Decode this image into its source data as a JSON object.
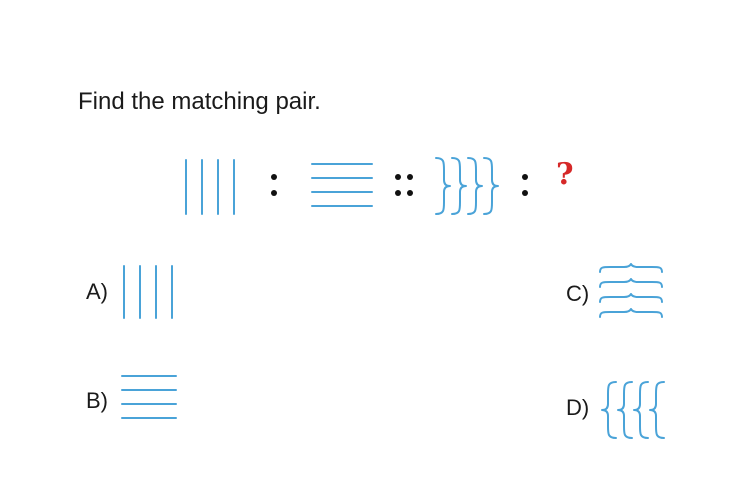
{
  "question": {
    "text": "Find the matching pair."
  },
  "analogy": {
    "unknown_symbol": "?"
  },
  "options": [
    {
      "label": "A)",
      "figure": "four-vertical-lines"
    },
    {
      "label": "B)",
      "figure": "four-horizontal-lines"
    },
    {
      "label": "C)",
      "figure": "four-horizontal-braces"
    },
    {
      "label": "D)",
      "figure": "four-left-braces"
    }
  ],
  "colors": {
    "figure_stroke": "#4aa3d8",
    "question_mark": "#d62828",
    "text": "#1a1a1a",
    "separator_dots": "#111111"
  }
}
